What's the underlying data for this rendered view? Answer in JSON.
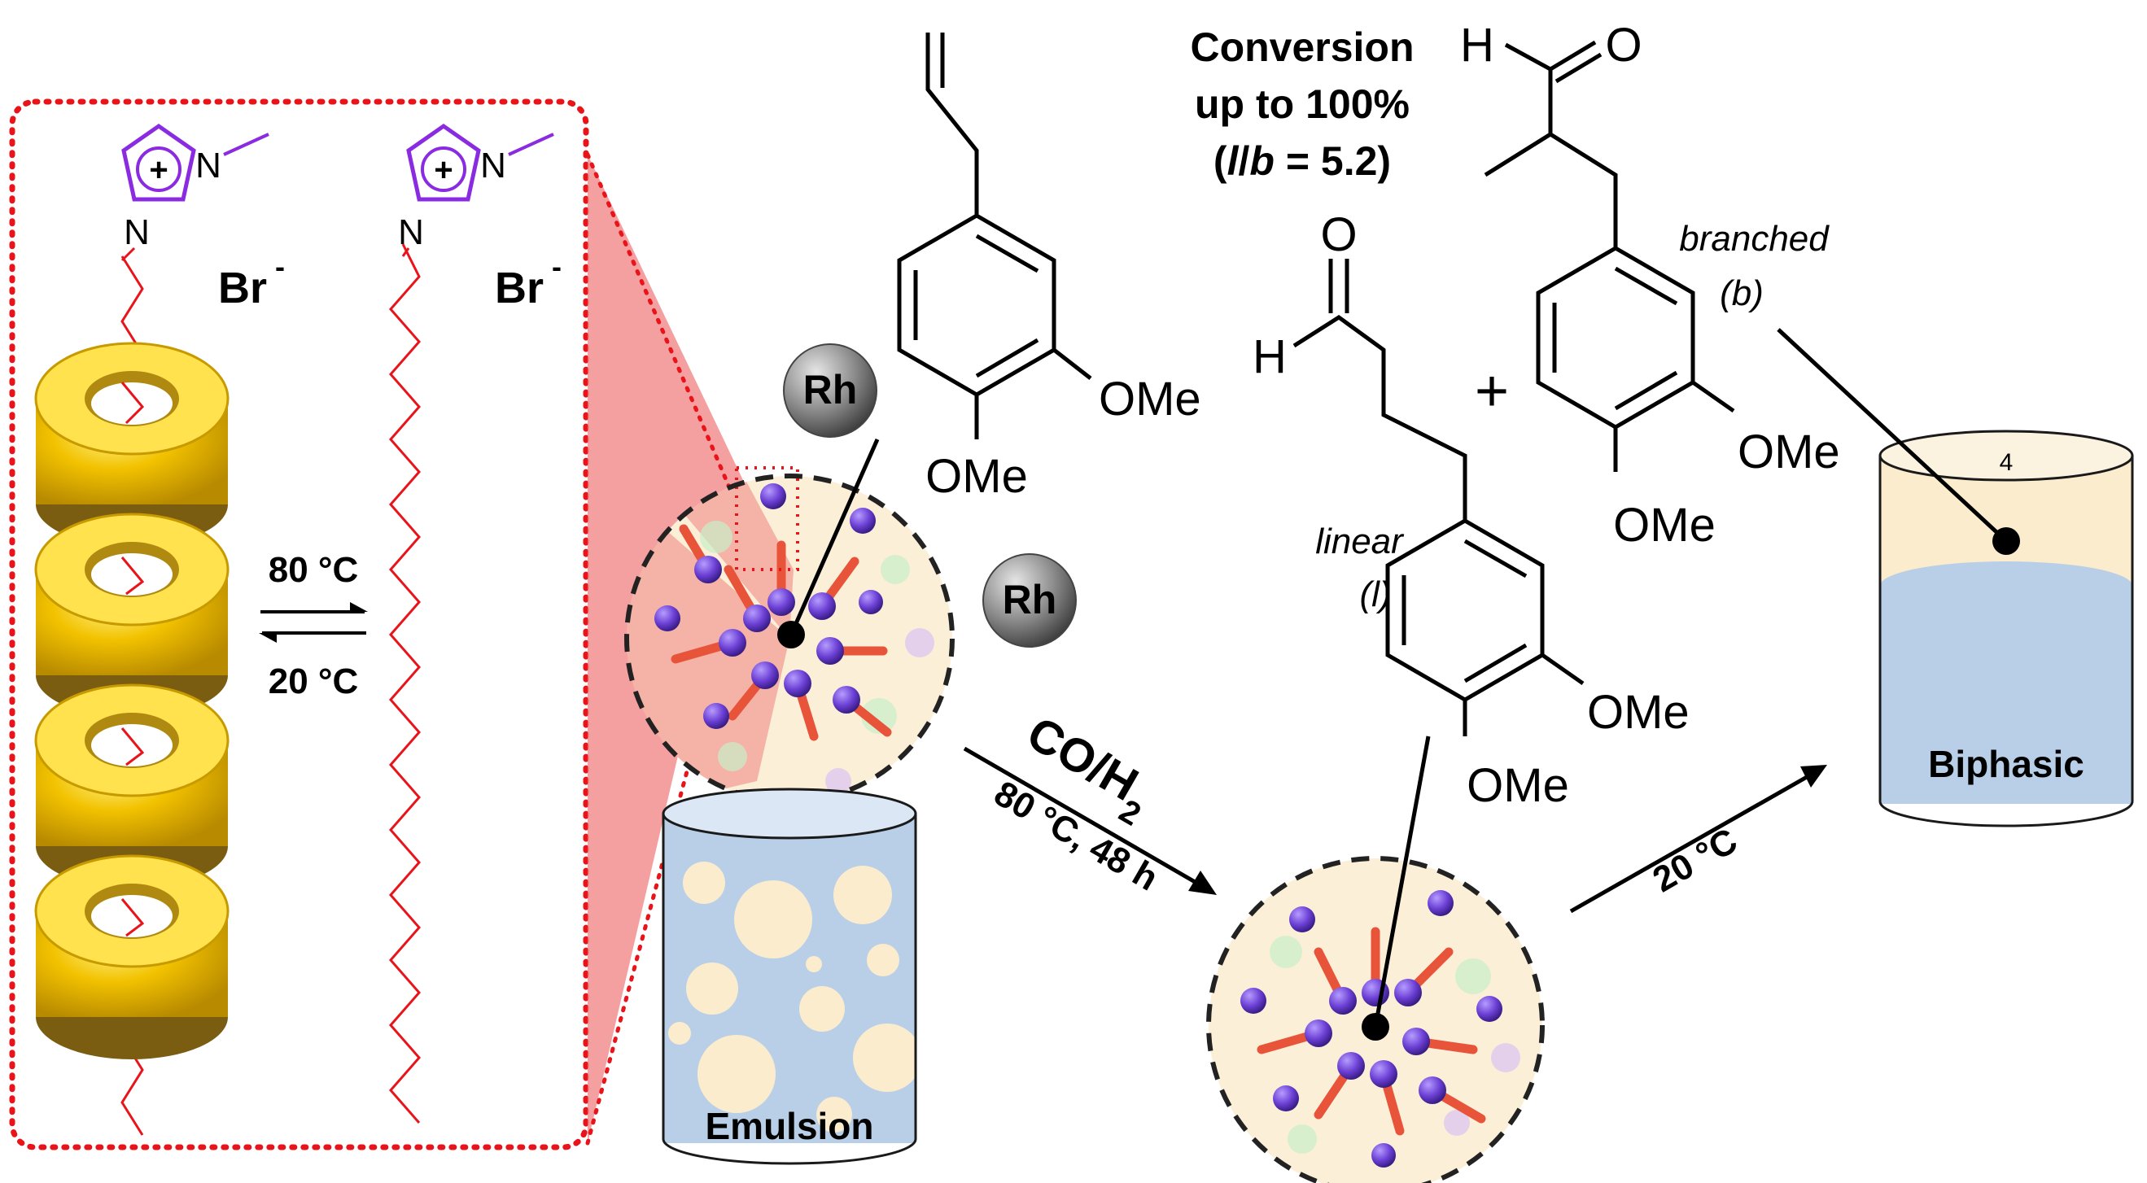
{
  "colors": {
    "purple": "#8a2be2",
    "chain_red": "#e8141a",
    "dotted_red": "#e8141a",
    "gold": "#f2c200",
    "gold_dark": "#8a6d12",
    "emulsion_blue": "#b9cfe8",
    "droplet_cream": "#fbeccd",
    "micelle_bg": "#fbefd8",
    "pink_zoom": "#f07f80",
    "rh_gray": "#8c8c8c"
  },
  "icons": {
    "imidazolium": "imidazolium-ring",
    "cyclodextrin": "torus",
    "rhodium": "sphere",
    "vial": "cylinder",
    "micelle": "dashed-circle"
  },
  "surfactant": {
    "charge_label": "+",
    "n_label": "N",
    "counterion": "Br",
    "counterion_charge": "-"
  },
  "equilibrium": {
    "top_temp": "80 °C",
    "bottom_temp": "20 °C"
  },
  "catalyst": {
    "rh_top": "Rh",
    "rh_bottom": "Rh"
  },
  "reaction": {
    "reagent": "CO/H",
    "reagent_sub": "2",
    "conditions": "80 °C, 48 h",
    "cooling": "20 °C"
  },
  "conversion": {
    "line1": "Conversion",
    "line2": "up to 100%",
    "line3_open": "(",
    "line3_l": "l",
    "line3_slash": "/",
    "line3_b": "b",
    "line3_close": " = 5.2)"
  },
  "molecules": {
    "substrate": {
      "ome_right": "OMe",
      "ome_bottom": "OMe"
    },
    "linear": {
      "name": "linear",
      "abbr": "(l)",
      "h": "H",
      "o": "O",
      "ome_right": "OMe",
      "ome_bottom": "OMe"
    },
    "branched": {
      "name": "branched",
      "abbr": "(b)",
      "h": "H",
      "o": "O",
      "ome_right": "OMe",
      "ome_bottom": "OMe"
    },
    "plus": "+"
  },
  "vials": {
    "emulsion": "Emulsion",
    "biphasic": "Biphasic",
    "biphasic_faint": "4"
  }
}
